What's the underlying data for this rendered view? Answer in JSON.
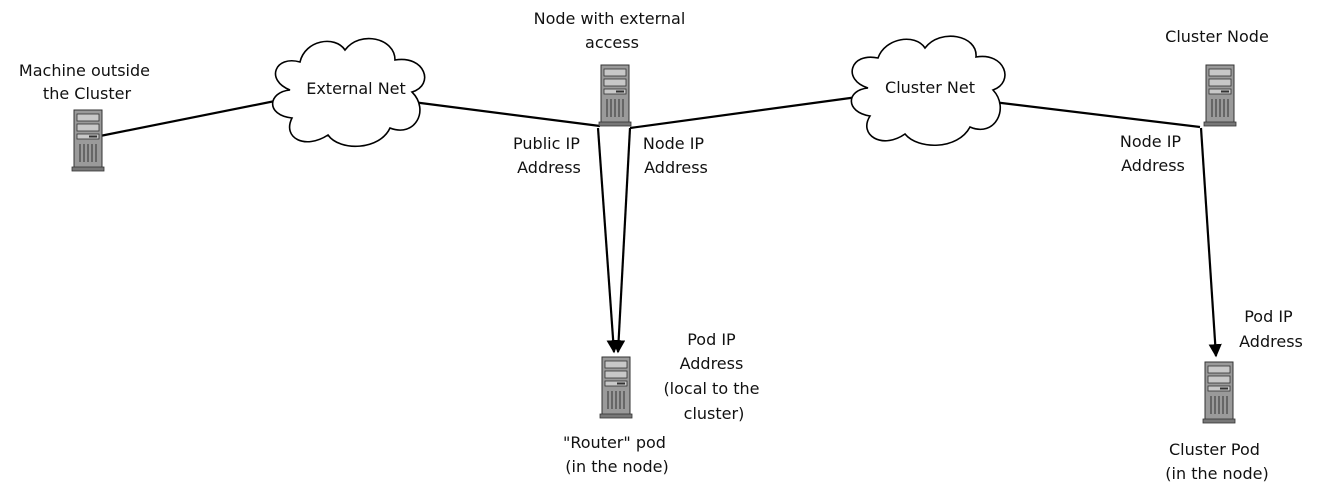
{
  "nodes": {
    "outside_machine": {
      "label_lines": [
        "Machine outside",
        "the Cluster"
      ]
    },
    "external_node": {
      "label_lines": [
        "Node with external",
        "access"
      ]
    },
    "cluster_node": {
      "label_lines": [
        "Cluster Node"
      ]
    },
    "router_pod": {
      "label_lines": [
        "\"Router\" pod",
        "(in the node)"
      ]
    },
    "cluster_pod": {
      "label_lines": [
        "Cluster Pod",
        "(in the node)"
      ]
    }
  },
  "networks": {
    "external": {
      "label": "External Net"
    },
    "cluster": {
      "label": "Cluster Net"
    }
  },
  "addresses": {
    "public_ip": {
      "lines": [
        "Public IP",
        "Address"
      ]
    },
    "node_ip_external": {
      "lines": [
        "Node IP",
        "Address"
      ]
    },
    "node_ip_cluster": {
      "lines": [
        "Node IP",
        "Address"
      ]
    },
    "pod_ip_router": {
      "lines": [
        "Pod IP",
        "Address",
        "(local to the",
        "cluster)"
      ]
    },
    "pod_ip_cluster": {
      "lines": [
        "Pod IP",
        "Address"
      ]
    }
  }
}
